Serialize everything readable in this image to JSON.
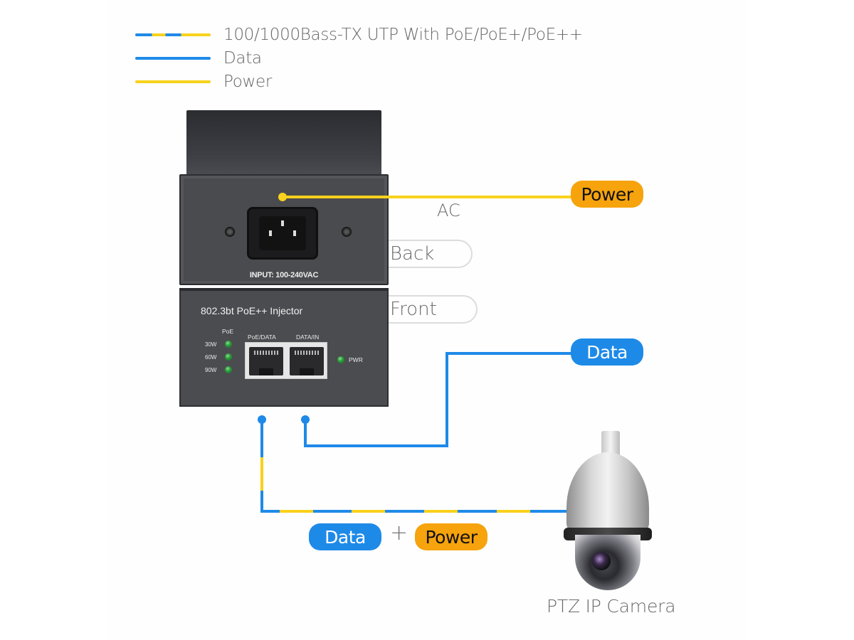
{
  "colors": {
    "data_blue": "#1e8ae8",
    "power_yellow": "#f8d21c",
    "power_pill_orange": "#f6a30d",
    "device_gray": "#4a4b4f",
    "label_gray": "#6a6a6a"
  },
  "legend": {
    "items": [
      {
        "label": "100/1000Bass-TX UTP With PoE/PoE+/PoE++",
        "style": "mixed"
      },
      {
        "label": "Data",
        "style": "data"
      },
      {
        "label": "Power",
        "style": "power"
      }
    ]
  },
  "device": {
    "back_panel": {
      "input_label": "INPUT: 100-240VAC",
      "socket_icon": "iec-c14-power-socket-icon"
    },
    "front_panel": {
      "model_label": "802.3bt PoE++ Injector",
      "poe_label": "PoE",
      "leds": [
        {
          "label": "30W"
        },
        {
          "label": "60W"
        },
        {
          "label": "90W"
        }
      ],
      "ports": [
        {
          "label": "PoE/DATA"
        },
        {
          "label": "DATA/IN"
        }
      ],
      "pwr_label": "PWR"
    }
  },
  "callouts": {
    "ac_label": "AC",
    "back_tag": "Back",
    "front_tag": "Front",
    "power_pill": "Power",
    "data_pill": "Data",
    "combined": {
      "data": "Data",
      "plus": "+",
      "power": "Power"
    }
  },
  "camera": {
    "label": "PTZ IP Camera",
    "icon": "ptz-dome-camera-icon"
  }
}
